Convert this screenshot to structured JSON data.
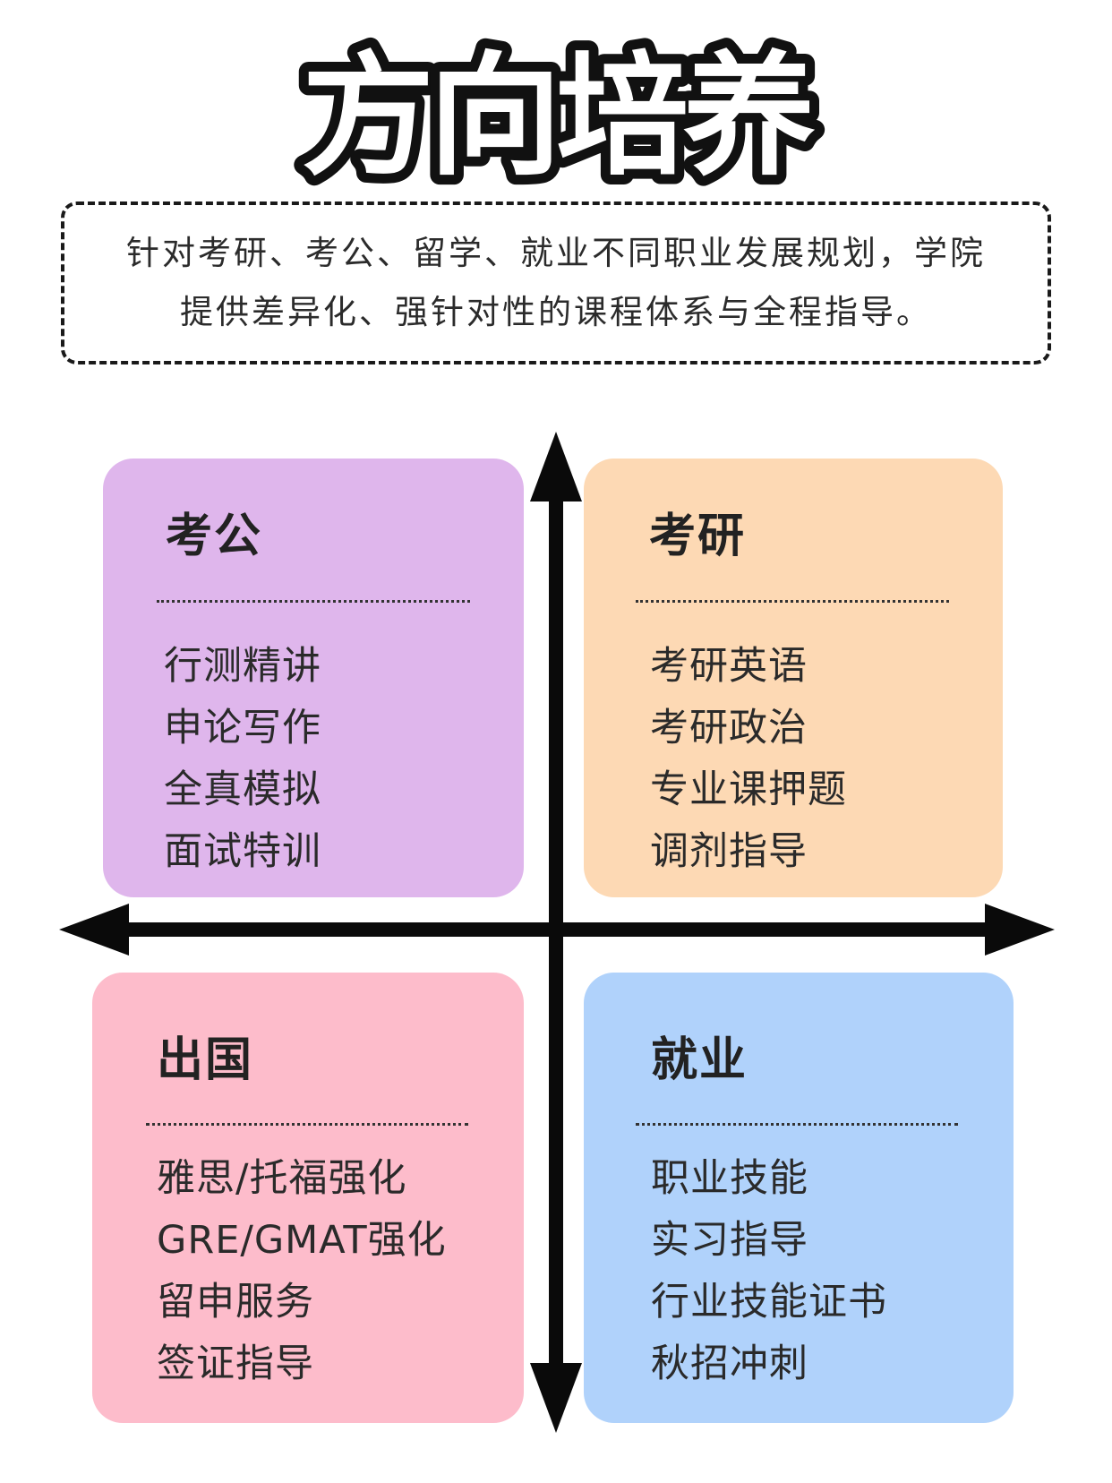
{
  "page": {
    "title": "方向培养",
    "intro": "针对考研、考公、留学、就业不同职业发展规划，学院提供差异化、强针对性的课程体系与全程指导。"
  },
  "colors": {
    "kaogong": "#dfb6ec",
    "kaoyan": "#fdd9b4",
    "chuguo": "#fdbccb",
    "jiuye": "#b0d2fb",
    "axis": "#0a0a0a",
    "title_fill": "#ffffff",
    "title_stroke": "#111111"
  },
  "quadrants": {
    "kaogong": {
      "title": "考公",
      "items": [
        "行测精讲",
        "申论写作",
        "全真模拟",
        "面试特训"
      ]
    },
    "kaoyan": {
      "title": "考研",
      "items": [
        "考研英语",
        "考研政治",
        "专业课押题",
        "调剂指导"
      ]
    },
    "chuguo": {
      "title": "出国",
      "items": [
        "雅思/托福强化",
        "GRE/GMAT强化",
        "留申服务",
        "签证指导"
      ]
    },
    "jiuye": {
      "title": "就业",
      "items": [
        "职业技能",
        "实习指导",
        "行业技能证书",
        "秋招冲刺"
      ]
    }
  }
}
